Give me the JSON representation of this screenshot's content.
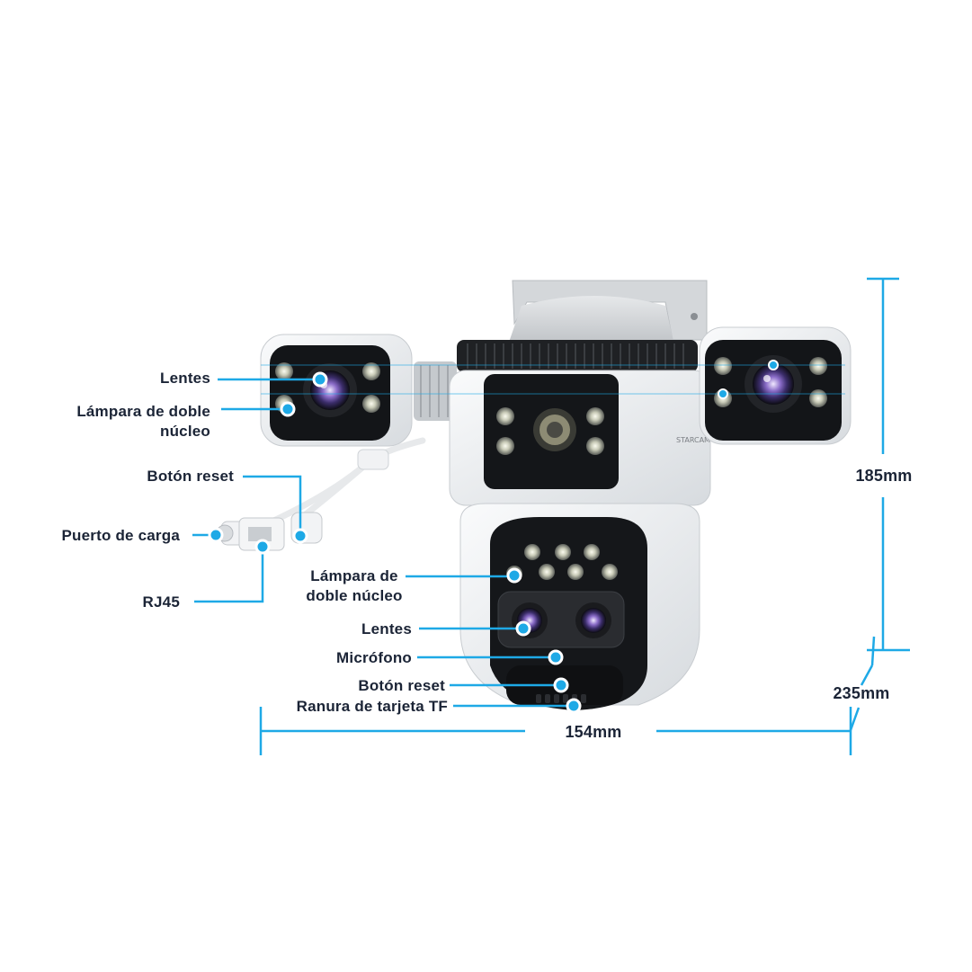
{
  "labels": {
    "left_lens": "Lentes",
    "left_lamp_line1": "Lámpara de doble",
    "left_lamp_line2": "núcleo",
    "cable_reset": "Botón reset",
    "charging_port": "Puerto de carga",
    "rj45": "RJ45",
    "lower_lamp_line1": "Lámpara de",
    "lower_lamp_line2": "doble núcleo",
    "lower_lens": "Lentes",
    "microphone": "Micrófono",
    "bottom_reset": "Botón reset",
    "tf_slot": "Ranura de tarjeta TF"
  },
  "dimensions": {
    "height": "185mm",
    "depth": "235mm",
    "width": "154mm"
  },
  "colors": {
    "accent": "#1ea9e6",
    "text": "#1b2436",
    "body_white": "#eef0f2",
    "body_grey": "#cfd3d7",
    "face_black": "#15171a"
  },
  "icons": [
    "camera-illustration",
    "lens-icon",
    "led-icon",
    "cable-icon",
    "rj45-connector-icon",
    "dc-connector-icon"
  ]
}
